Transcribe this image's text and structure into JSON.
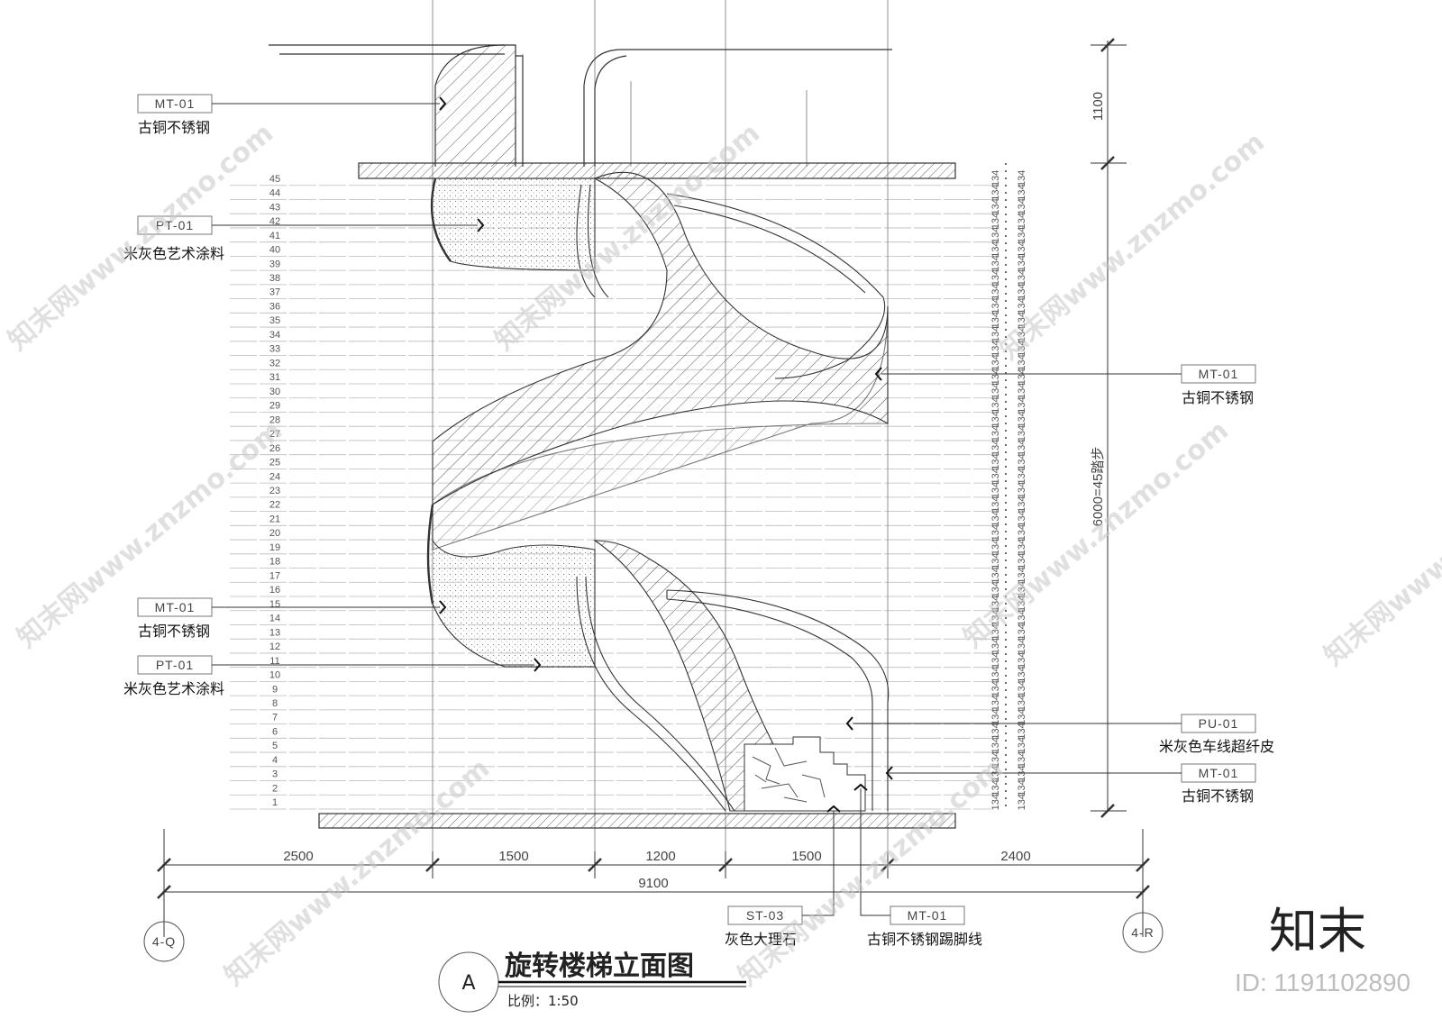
{
  "drawing": {
    "title": "旋转楼梯立面图",
    "scale": "比例：1:50",
    "section_mark": "A",
    "axis_left": "4-Q",
    "axis_right": "4-R"
  },
  "dimensions": {
    "bottom_segments": [
      "2500",
      "1500",
      "1200",
      "1500",
      "2400"
    ],
    "bottom_total": "9100",
    "right_top": "1100",
    "right_main": "6000=45踏步",
    "riser": "134"
  },
  "step_numbers": [
    "45",
    "44",
    "43",
    "42",
    "41",
    "40",
    "39",
    "38",
    "37",
    "36",
    "35",
    "34",
    "33",
    "32",
    "31",
    "30",
    "29",
    "28",
    "27",
    "26",
    "25",
    "24",
    "23",
    "22",
    "21",
    "20",
    "19",
    "18",
    "17",
    "16",
    "15",
    "14",
    "13",
    "12",
    "11",
    "10",
    "9",
    "8",
    "7",
    "6",
    "5",
    "4",
    "3",
    "2",
    "1"
  ],
  "callouts": {
    "left": [
      {
        "code": "MT-01",
        "text": "古铜不锈钢"
      },
      {
        "code": "PT-01",
        "text": "米灰色艺术涂料"
      },
      {
        "code": "MT-01",
        "text": "古铜不锈钢"
      },
      {
        "code": "PT-01",
        "text": "米灰色艺术涂料"
      }
    ],
    "right": [
      {
        "code": "MT-01",
        "text": "古铜不锈钢"
      },
      {
        "code": "PU-01",
        "text": "米灰色车线超纤皮"
      },
      {
        "code": "MT-01",
        "text": "古铜不锈钢"
      }
    ],
    "bottom": [
      {
        "code": "ST-03",
        "text": "灰色大理石"
      },
      {
        "code": "MT-01",
        "text": "古铜不锈钢踢脚线"
      }
    ]
  },
  "branding": {
    "logo": "知末",
    "id": "ID: 1191102890",
    "watermark": "知末网www.znzmo.com"
  },
  "colors": {
    "line": "#333333",
    "hatch": "#444444",
    "faint": "#999999"
  }
}
